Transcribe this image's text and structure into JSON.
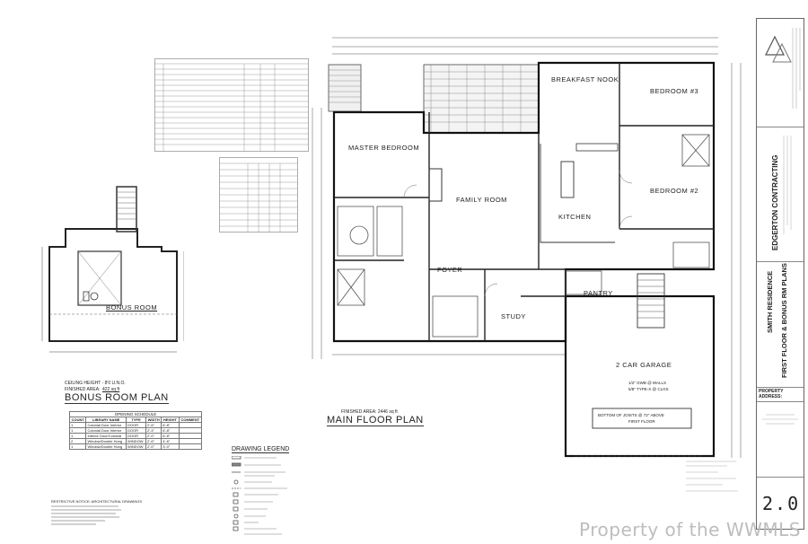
{
  "rooms": {
    "breakfast_nook": "BREAKFAST NOOK",
    "bedroom3": "BEDROOM #3",
    "master_bedroom": "MASTER BEDROOM",
    "family_room": "FAMILY ROOM",
    "bedroom2": "BEDROOM #2",
    "kitchen": "KITCHEN",
    "foyer": "FOYER",
    "pantry": "PANTRY",
    "study": "STUDY",
    "garage": "2 CAR GARAGE",
    "bonus_room": "BONUS ROOM"
  },
  "plans": {
    "main_finished_area": "FINISHED AREA: 2446 sq ft",
    "main_title": "MAIN FLOOR PLAN",
    "bonus_ceiling": "CEILING HEIGHT - 8'0 U.N.O.",
    "bonus_finished": "FINISHED AREA:",
    "bonus_area_value": "422 sq ft",
    "bonus_title": "BONUS ROOM PLAN"
  },
  "garage_notes": {
    "line1": "1/2\" GWB @ WALLS",
    "line2": "5/8\" TYPE-X @ CLGS",
    "joist_note": "BOTTOM OF JOISTS @ 72\" ABOVE",
    "joist_note2": "FIRST FLOOR"
  },
  "legend": {
    "title": "DRAWING LEGEND"
  },
  "opening_schedule": {
    "title": "OPENING SCHEDULE",
    "headers": [
      "COUNT",
      "LIBRARY NAME",
      "TYPE",
      "WIDTH",
      "HEIGHT",
      "COMMENT"
    ],
    "rows": [
      [
        "1",
        "Colonial Door Interior",
        "DOOR",
        "2'-6\"",
        "6'-8\"",
        ""
      ],
      [
        "1",
        "Colonial Door Interior",
        "DOOR",
        "2'-4\"",
        "6'-8\"",
        ""
      ],
      [
        "1",
        "Interior Door/Colonial",
        "DOOR",
        "2'-0\"",
        "6'-8\"",
        ""
      ],
      [
        "2",
        "Window/Double Hung",
        "WINDOW",
        "2'-6\"",
        "4'-6\"",
        ""
      ],
      [
        "1",
        "Window/Double Hung",
        "WINDOW",
        "2'-0\"",
        "3'-0\"",
        ""
      ]
    ]
  },
  "restrictive_notice": "RESTRICTIVE NOTICE: ARCHITECTURAL DRAWINGS",
  "title_block": {
    "company": "EDGERTON CONTRACTING",
    "project": "SMITH RESIDENCE",
    "sheet_title": "FIRST FLOOR & BONUS RM PLANS",
    "property_address_label": "PROPERTY ADDRESS:",
    "sheet_number": "2.0"
  },
  "watermark": "Property of the WWMLS"
}
